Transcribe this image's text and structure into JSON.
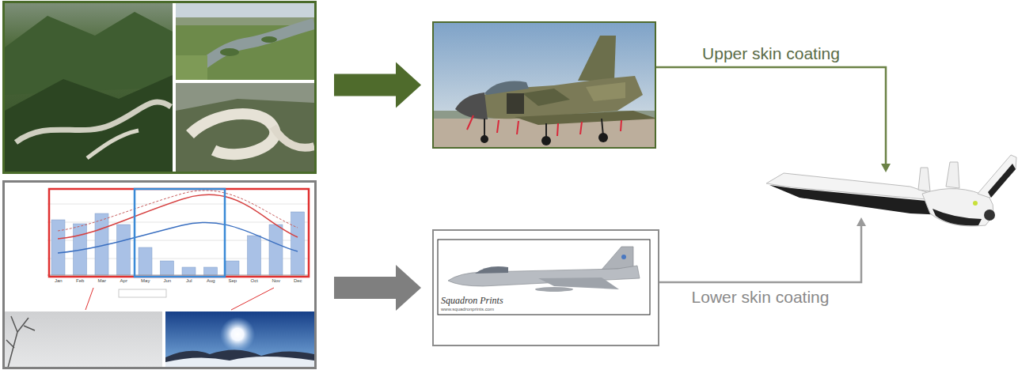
{
  "diagram": {
    "nodes": [
      {
        "text": []
      },
      {
        "text": []
      },
      {
        "text": []
      },
      {
        "text": []
      },
      {
        "text": [
          "Squadron Prints",
          "www.squadronprints.com"
        ]
      }
    ],
    "edges": [
      {
        "from": 0,
        "to": 1,
        "arrow": "to"
      },
      {
        "from": 1,
        "to": 2,
        "label": "Upper skin coating",
        "arrow": "to"
      },
      {
        "from": 3,
        "to": 4,
        "arrow": "to"
      },
      {
        "from": 4,
        "to": 2,
        "label": "Lower skin coating",
        "arrow": "to"
      }
    ],
    "labels": [
      "Jan",
      "Feb",
      "Mar",
      "Apr",
      "May",
      "Jun",
      "Jul",
      "Aug",
      "Sep",
      "Oct",
      "Nov",
      "Dec"
    ]
  }
}
